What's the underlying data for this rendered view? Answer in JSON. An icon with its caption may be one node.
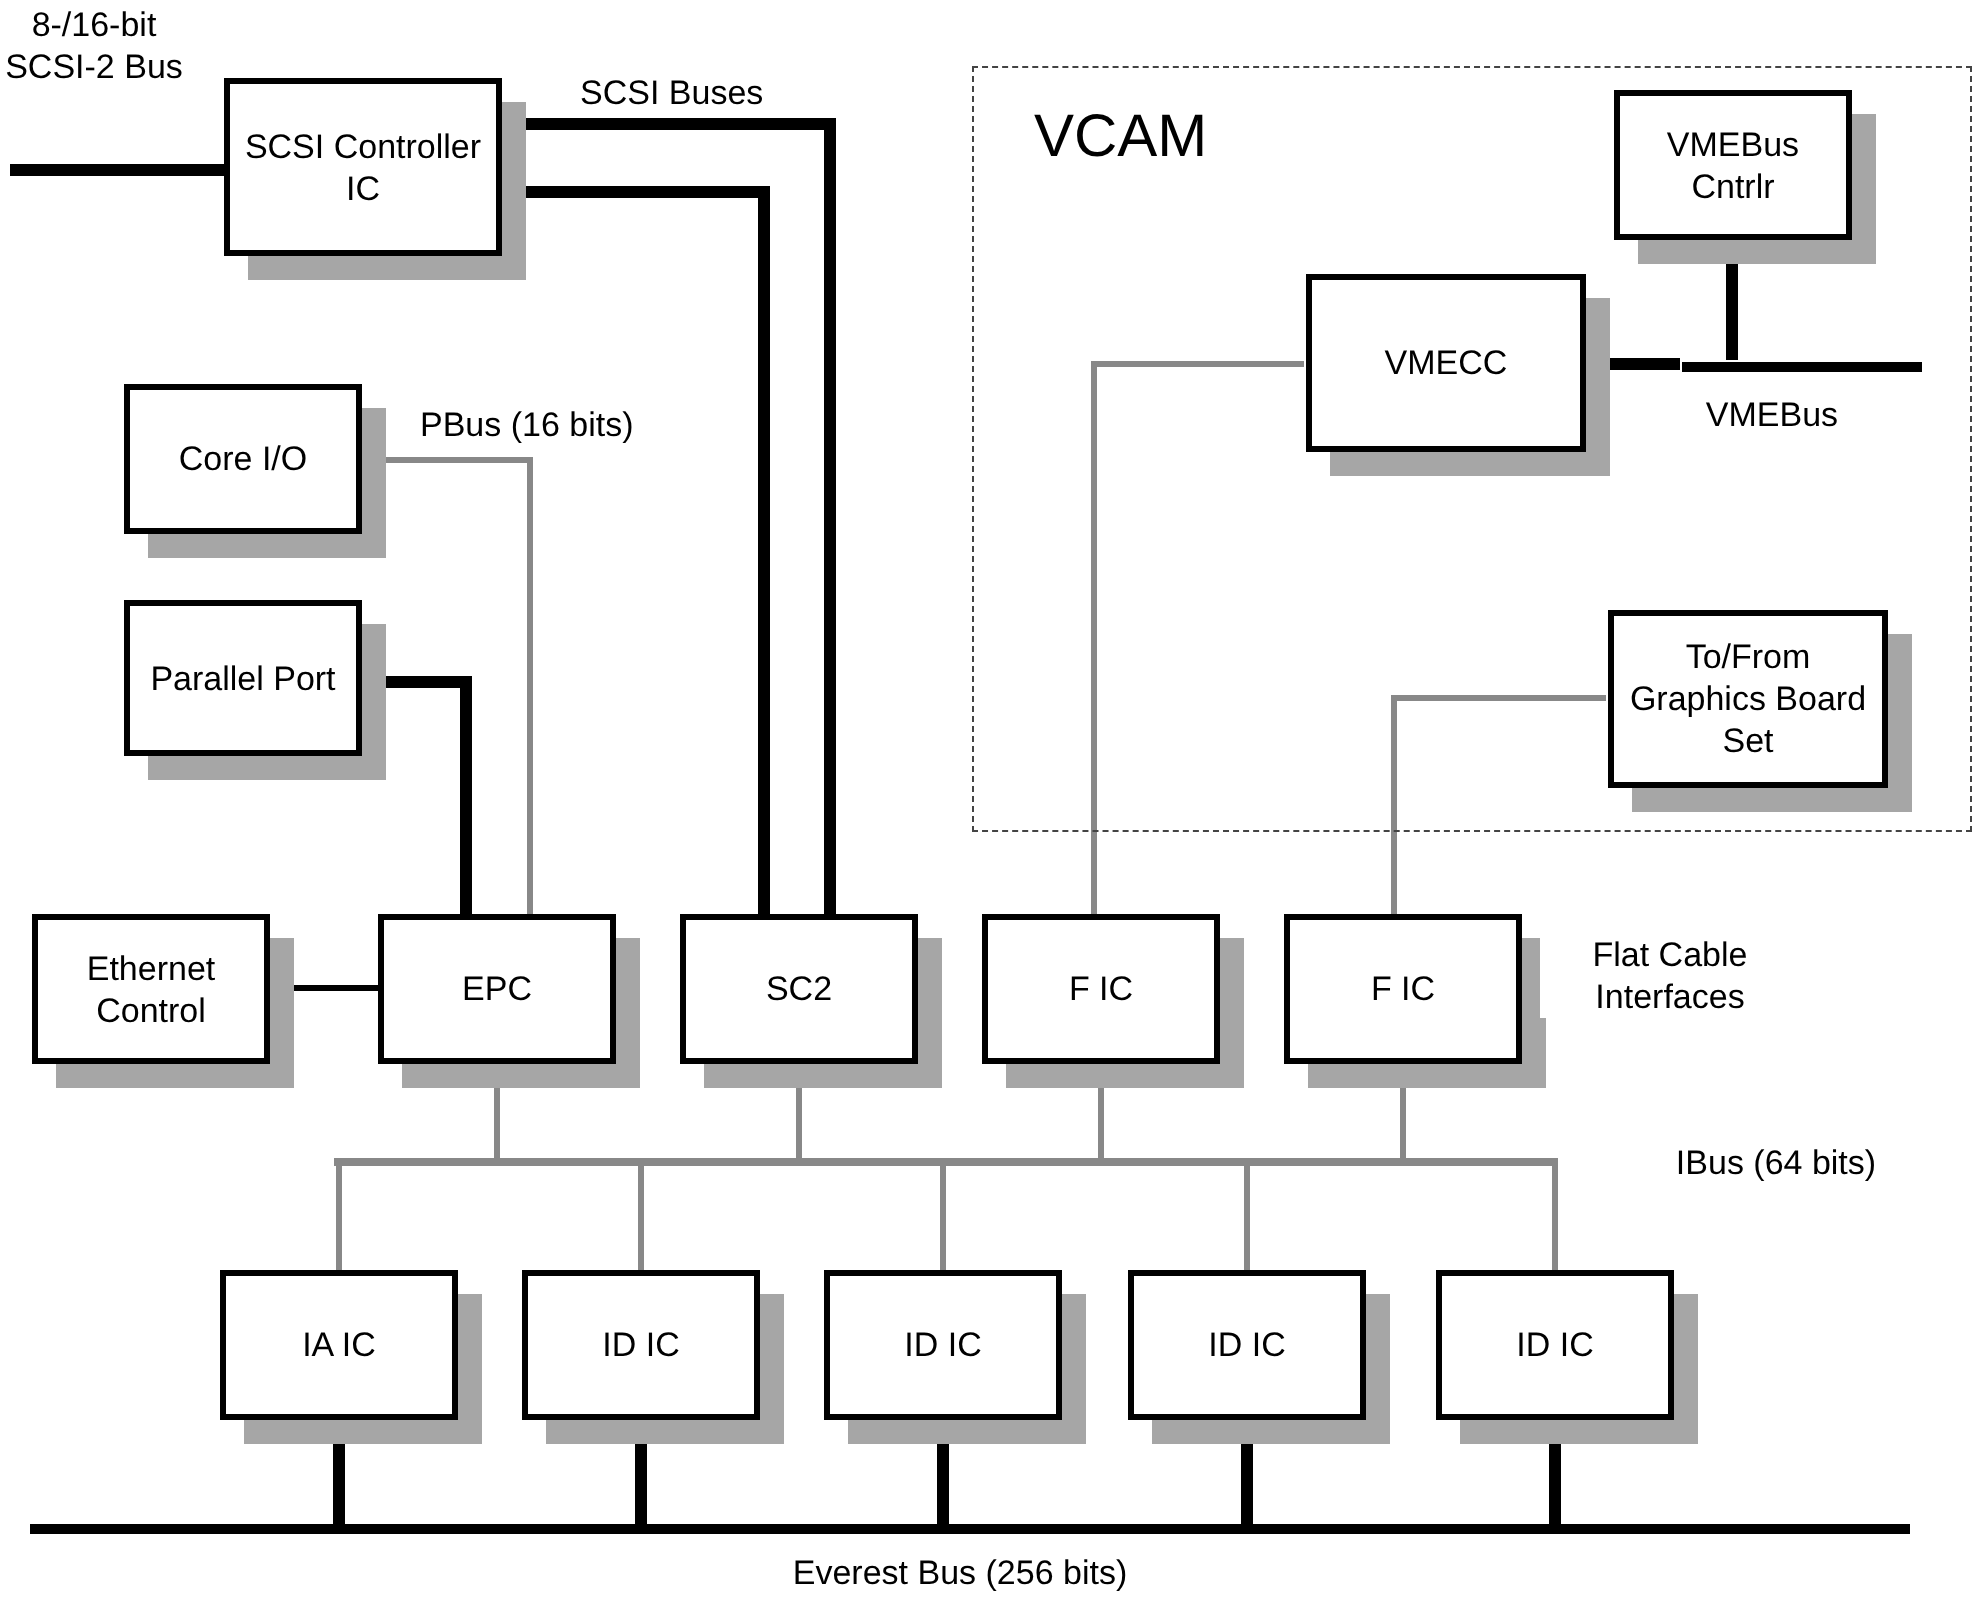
{
  "diagram": {
    "nodes": [
      {
        "text": [
          "SCSI Controller IC"
        ]
      },
      {
        "text": [
          "VCAM"
        ]
      },
      {
        "text": [
          "VMEBus Cntrlr"
        ],
        "in": 1
      },
      {
        "text": [
          "VMECC"
        ],
        "in": 1
      },
      {
        "text": [],
        "shape": "bar",
        "in": 1,
        "beside": [
          "VMEBus"
        ]
      },
      {
        "text": [
          "Core I/O"
        ]
      },
      {
        "text": [
          "Parallel Port"
        ]
      },
      {
        "text": [
          "To/From Graphics Board Set"
        ],
        "in": 1
      },
      {
        "text": [
          "Ethernet Control"
        ]
      },
      {
        "text": [
          "EPC"
        ]
      },
      {
        "text": [
          "SC2"
        ]
      },
      {
        "text": [
          "F IC"
        ]
      },
      {
        "text": [
          "F IC"
        ]
      },
      {
        "text": [],
        "shape": "bar",
        "beside": [
          "IBus (64 bits)"
        ]
      },
      {
        "text": [
          "IA IC"
        ]
      },
      {
        "text": [
          "ID IC"
        ]
      },
      {
        "text": [
          "ID IC"
        ]
      },
      {
        "text": [
          "ID IC"
        ]
      },
      {
        "text": [
          "ID IC"
        ]
      },
      {
        "text": [],
        "shape": "bar",
        "beside": [
          "Everest Bus (256 bits)"
        ]
      }
    ],
    "edges": [
      {
        "from": null,
        "to": 0,
        "arrow": "none",
        "style": "thick",
        "color": "#000000",
        "label": "8-/16-bit SCSI-2 Bus"
      },
      {
        "from": 0,
        "to": 10,
        "arrow": "none",
        "style": "thick",
        "color": "#000000"
      },
      {
        "from": 0,
        "to": 10,
        "arrow": "none",
        "style": "thick",
        "color": "#000000"
      },
      {
        "from": 2,
        "to": 4,
        "arrow": "none",
        "style": "thick",
        "color": "#000000"
      },
      {
        "from": 3,
        "to": 4,
        "arrow": "none",
        "style": "thick",
        "color": "#000000"
      },
      {
        "from": 5,
        "to": 9,
        "arrow": "none",
        "color": "#888888"
      },
      {
        "from": 6,
        "to": 9,
        "arrow": "none",
        "style": "thick",
        "color": "#000000"
      },
      {
        "from": 3,
        "to": 11,
        "arrow": "none",
        "color": "#888888"
      },
      {
        "from": 7,
        "to": 12,
        "arrow": "none",
        "color": "#888888"
      },
      {
        "from": 8,
        "to": 9,
        "arrow": "none",
        "color": "#000000"
      },
      {
        "from": 9,
        "to": 13,
        "arrow": "none",
        "color": "#888888"
      },
      {
        "from": 10,
        "to": 13,
        "arrow": "none",
        "color": "#888888"
      },
      {
        "from": 11,
        "to": 13,
        "arrow": "none",
        "color": "#888888"
      },
      {
        "from": 12,
        "to": 13,
        "arrow": "none",
        "color": "#888888"
      },
      {
        "from": 13,
        "to": 14,
        "arrow": "none",
        "color": "#888888"
      },
      {
        "from": 13,
        "to": 15,
        "arrow": "none",
        "color": "#888888"
      },
      {
        "from": 13,
        "to": 16,
        "arrow": "none",
        "color": "#888888"
      },
      {
        "from": 13,
        "to": 17,
        "arrow": "none",
        "color": "#888888"
      },
      {
        "from": 13,
        "to": 18,
        "arrow": "none",
        "color": "#888888"
      },
      {
        "from": 14,
        "to": 19,
        "arrow": "none",
        "style": "thick",
        "color": "#000000"
      },
      {
        "from": 15,
        "to": 19,
        "arrow": "none",
        "style": "thick",
        "color": "#000000"
      },
      {
        "from": 16,
        "to": 19,
        "arrow": "none",
        "style": "thick",
        "color": "#000000"
      },
      {
        "from": 17,
        "to": 19,
        "arrow": "none",
        "style": "thick",
        "color": "#000000"
      },
      {
        "from": 18,
        "to": 19,
        "arrow": "none",
        "style": "thick",
        "color": "#000000"
      }
    ],
    "labels": [
      "SCSI Buses",
      "PBus (16 bits)",
      "Flat Cable Interfaces"
    ]
  }
}
